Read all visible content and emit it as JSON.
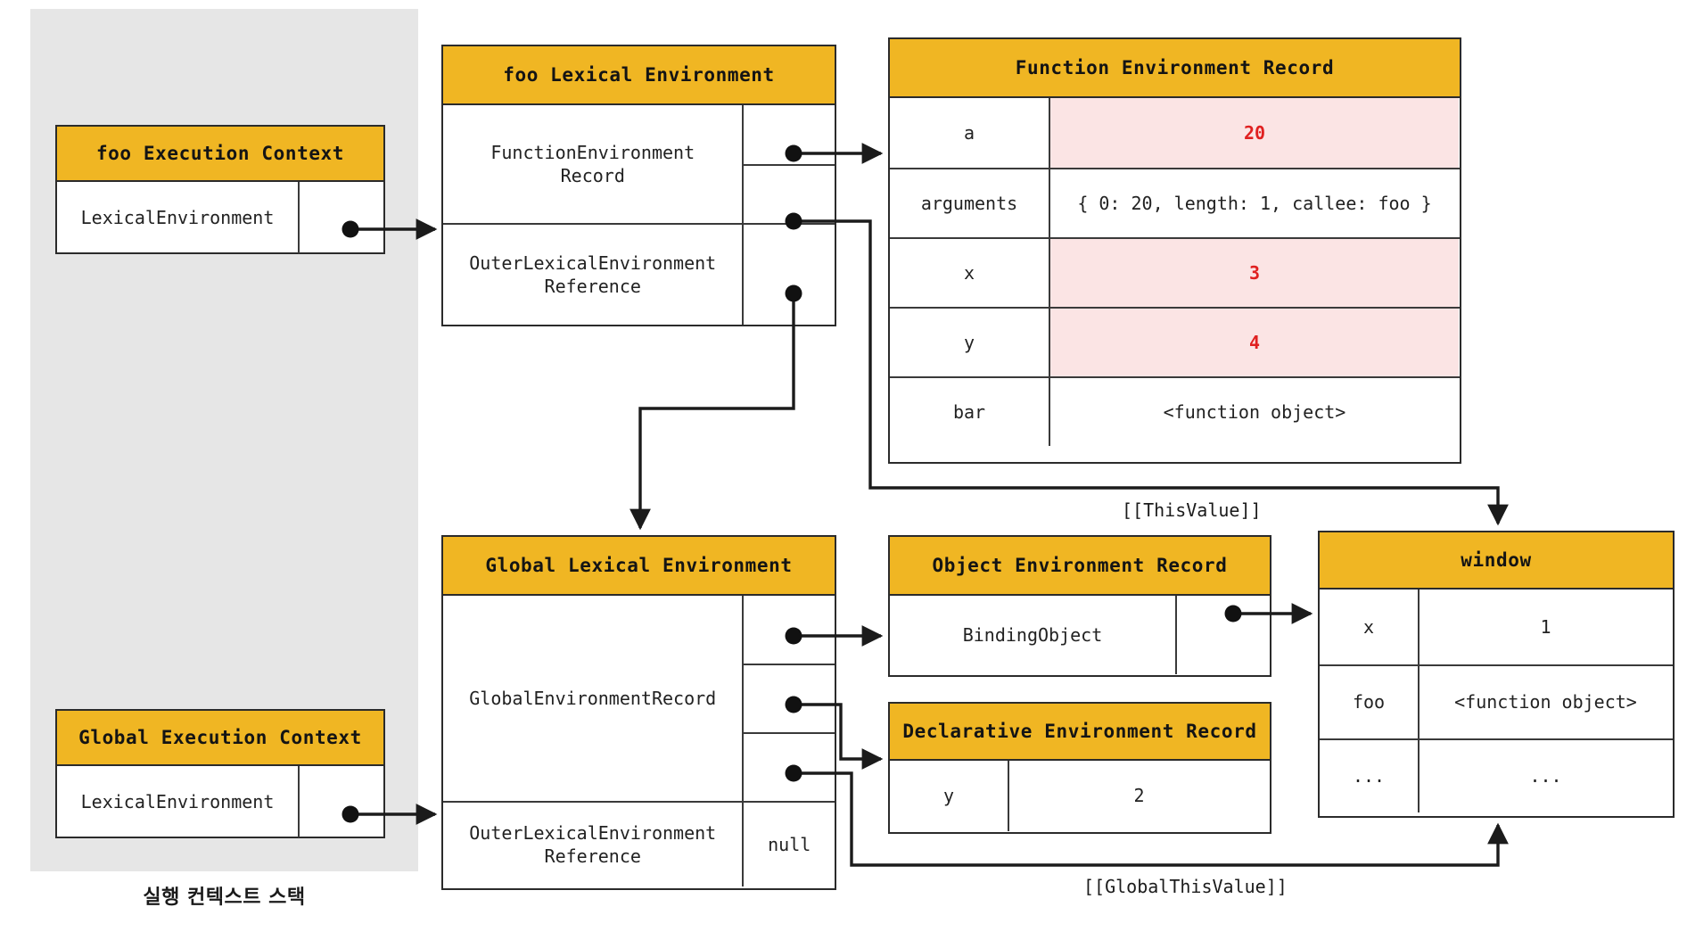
{
  "stack": {
    "caption": "실행 컨텍스트 스택"
  },
  "foo_execution_context": {
    "title": "foo Execution Context",
    "rows": [
      {
        "label": "LexicalEnvironment",
        "value": ""
      }
    ]
  },
  "global_execution_context": {
    "title": "Global Execution Context",
    "rows": [
      {
        "label": "LexicalEnvironment",
        "value": ""
      }
    ]
  },
  "foo_lexical_environment": {
    "title": "foo Lexical Environment",
    "rows": [
      {
        "label": "FunctionEnvironment\nRecord",
        "value": ""
      },
      {
        "label": "OuterLexicalEnvironment\nReference",
        "value": ""
      }
    ]
  },
  "function_environment_record": {
    "title": "Function Environment Record",
    "rows": [
      {
        "key": "a",
        "value": "20",
        "highlight": true,
        "red": true
      },
      {
        "key": "arguments",
        "value": "{ 0: 20, length: 1, callee: foo }",
        "highlight": false,
        "red": false
      },
      {
        "key": "x",
        "value": "3",
        "highlight": true,
        "red": true
      },
      {
        "key": "y",
        "value": "4",
        "highlight": true,
        "red": true
      },
      {
        "key": "bar",
        "value": "<function object>",
        "highlight": false,
        "red": false
      }
    ]
  },
  "global_lexical_environment": {
    "title": "Global Lexical Environment",
    "rows": [
      {
        "label": "GlobalEnvironmentRecord",
        "value": ""
      },
      {
        "label": "OuterLexicalEnvironment\nReference",
        "value": "null"
      }
    ]
  },
  "object_environment_record": {
    "title": "Object Environment Record",
    "rows": [
      {
        "label": "BindingObject",
        "value": ""
      }
    ]
  },
  "declarative_environment_record": {
    "title": "Declarative Environment Record",
    "rows": [
      {
        "key": "y",
        "value": "2"
      }
    ]
  },
  "window_object": {
    "title": "window",
    "rows": [
      {
        "key": "x",
        "value": "1"
      },
      {
        "key": "foo",
        "value": "<function object>"
      },
      {
        "key": "...",
        "value": "..."
      }
    ]
  },
  "edge_labels": {
    "this_value": "[[ThisValue]]",
    "global_this_value": "[[GlobalThisValue]]"
  },
  "colors": {
    "header_yellow": "#F0B623",
    "stack_background": "#E6E6E6",
    "highlight_pink": "#FBE4E4",
    "value_red": "#E02020",
    "stroke": "#2B2B2B"
  }
}
